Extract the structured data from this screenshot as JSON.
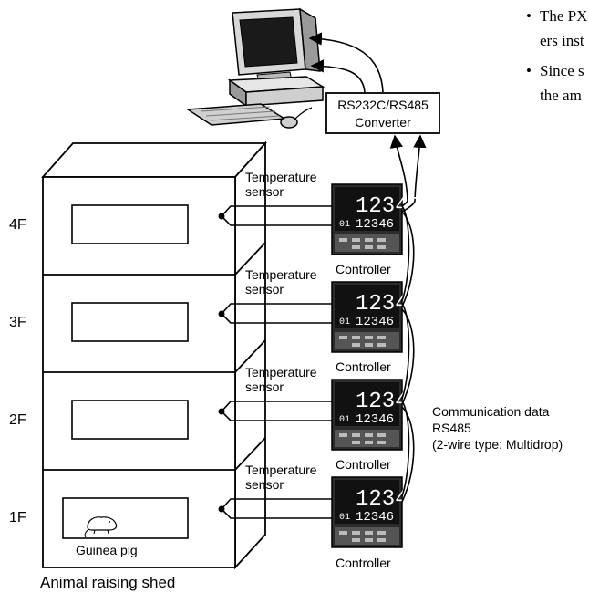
{
  "notes": {
    "line1": "The PX",
    "line2": "ers inst",
    "line3": "Since s",
    "line4": "the am",
    "bullet": "•"
  },
  "converter": {
    "line1": "RS232C/RS485",
    "line2": "Converter"
  },
  "floors": [
    "4F",
    "3F",
    "2F",
    "1F"
  ],
  "sensor": {
    "line1": "Temperature",
    "line2": "sensor"
  },
  "controller": {
    "label": "Controller",
    "display_top": "12345",
    "display_bottom": "12346",
    "small_left": "01"
  },
  "communication": {
    "line1": "Communication data",
    "line2": "RS485",
    "line3": "(2-wire type: Multidrop)"
  },
  "guinea_pig": "Guinea pig",
  "shed_label": "Animal raising shed"
}
